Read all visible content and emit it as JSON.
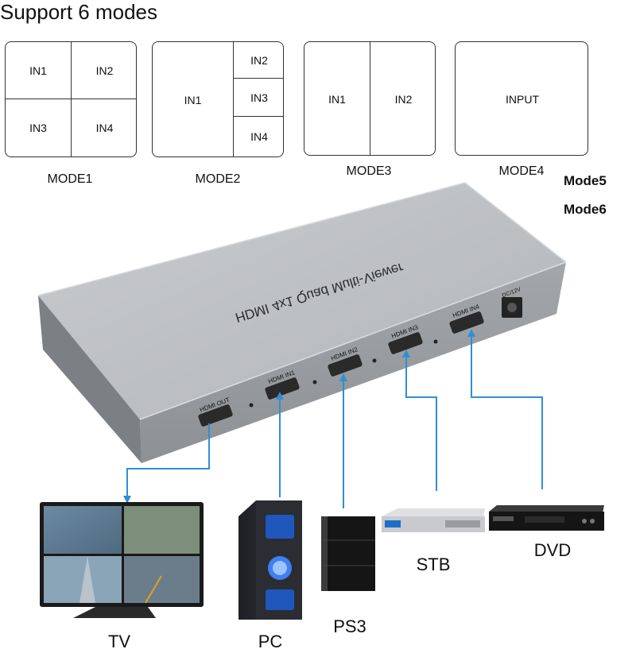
{
  "heading": "Support 6 modes",
  "modes": {
    "mode1": {
      "label": "MODE1",
      "cells": [
        "IN1",
        "IN2",
        "IN3",
        "IN4"
      ]
    },
    "mode2": {
      "label": "MODE2",
      "cells": [
        "IN1",
        "IN2",
        "IN3",
        "IN4"
      ]
    },
    "mode3": {
      "label": "MODE3",
      "cells": [
        "IN1",
        "IN2"
      ]
    },
    "mode4": {
      "label": "MODE4",
      "cells": [
        "INPUT"
      ]
    },
    "mode5": {
      "label": "Mode5"
    },
    "mode6": {
      "label": "Mode6"
    }
  },
  "device": {
    "name": "HDMI 4x1 Quad Multi-Viewer",
    "ports": [
      "HDMI OUT",
      "HDMI IN1",
      "HDMI IN2",
      "HDMI IN3",
      "HDMI IN4"
    ],
    "power": "DC/12V",
    "body_color": "#a9acb0",
    "line_color": "#2f8fd6"
  },
  "devices": {
    "tv": "TV",
    "pc": "PC",
    "ps3": "PS3",
    "stb": "STB",
    "dvd": "DVD"
  }
}
